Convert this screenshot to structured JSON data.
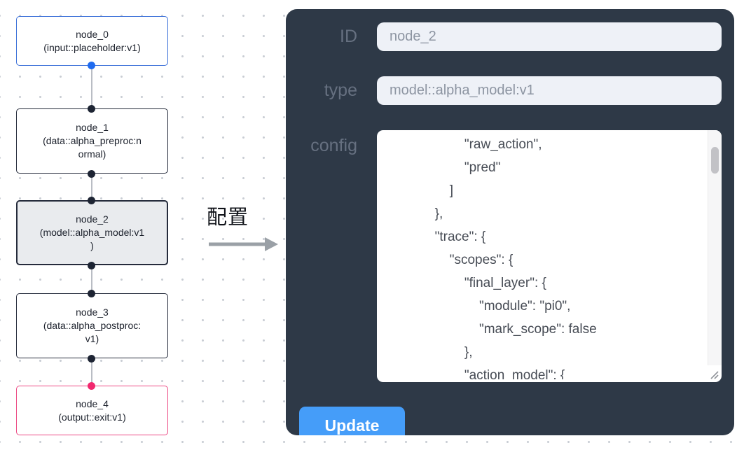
{
  "canvas": {
    "nodes": [
      {
        "id": "node_0",
        "text": "node_0\n(input::placeholder:v1)",
        "variant": "input"
      },
      {
        "id": "node_1",
        "text": "node_1\n(data::alpha_preproc:n\normal)",
        "variant": "default"
      },
      {
        "id": "node_2",
        "text": "node_2\n(model::alpha_model:v1\n)",
        "variant": "selected"
      },
      {
        "id": "node_3",
        "text": "node_3\n(data::alpha_postproc:\nv1)",
        "variant": "default"
      },
      {
        "id": "node_4",
        "text": "node_4\n(output::exit:v1)",
        "variant": "output"
      }
    ],
    "edges": [
      {
        "from": "node_0",
        "to": "node_1"
      },
      {
        "from": "node_1",
        "to": "node_2"
      },
      {
        "from": "node_2",
        "to": "node_3"
      },
      {
        "from": "node_3",
        "to": "node_4"
      }
    ]
  },
  "transition": {
    "label": "配置"
  },
  "panel": {
    "fields": [
      {
        "label": "ID",
        "value": "node_2"
      },
      {
        "label": "type",
        "value": "model::alpha_model:v1"
      }
    ],
    "config_label": "config",
    "config_text": "                     \"raw_action\",\n                     \"pred\"\n                 ]\n             },\n             \"trace\": {\n                 \"scopes\": {\n                     \"final_layer\": {\n                         \"module\": \"pi0\",\n                         \"mark_scope\": false\n                     },\n                     \"action_model\": {",
    "update_label": "Update"
  },
  "colors": {
    "panel_bg": "#2e3947",
    "input_bg": "#eef1f7",
    "button_blue": "#459df9",
    "node_input_border": "#3a6fd8",
    "node_output_border": "#ec4a84",
    "node_default_border": "#252b3b",
    "selected_node_bg": "#e9ebee",
    "handle_dark": "#1d2433",
    "handle_blue": "#1f6bf0",
    "handle_pink": "#f1286e"
  }
}
